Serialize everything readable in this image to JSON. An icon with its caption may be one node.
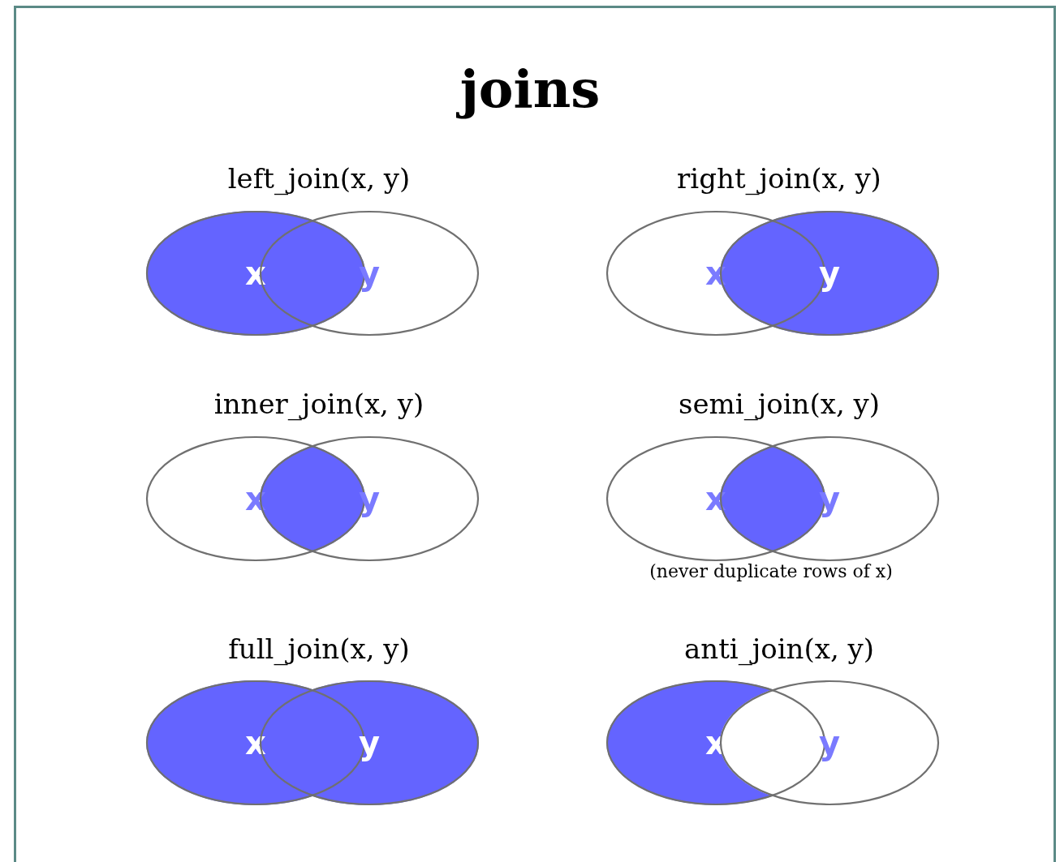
{
  "diagram": {
    "title": "joins",
    "nodes": [
      {
        "text": [
          "x"
        ]
      },
      {
        "text": [
          "y"
        ]
      },
      {
        "text": [
          "x"
        ]
      },
      {
        "text": [
          "y"
        ]
      },
      {
        "text": [
          "x"
        ]
      },
      {
        "text": [
          "y"
        ]
      },
      {
        "text": [
          "x"
        ]
      },
      {
        "text": [
          "y"
        ]
      },
      {
        "text": [
          "x"
        ]
      },
      {
        "text": [
          "y"
        ]
      },
      {
        "text": [
          "x"
        ]
      },
      {
        "text": [
          "y"
        ]
      }
    ],
    "labels": [
      "left_join(x, y)",
      "right_join(x, y)",
      "inner_join(x, y)",
      "semi_join(x, y)",
      "(never duplicate rows of x)",
      "full_join(x, y)",
      "anti_join(x, y)"
    ]
  }
}
